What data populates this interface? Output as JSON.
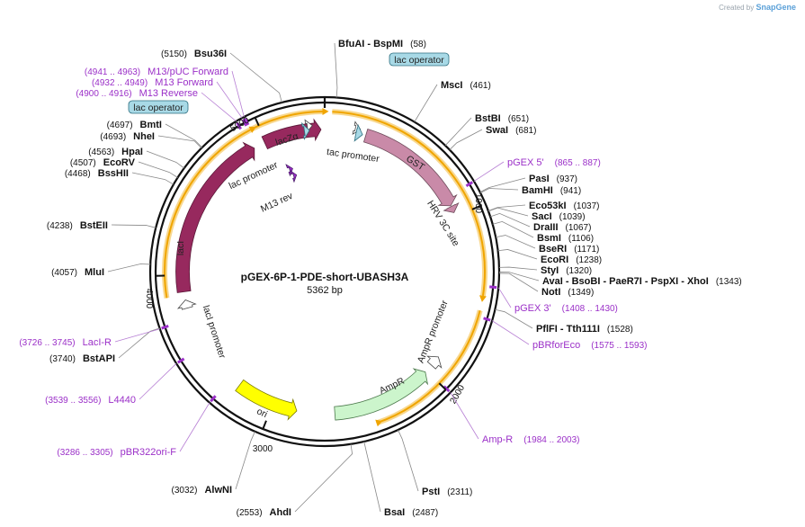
{
  "credit": {
    "prefix": "Created by",
    "brand": "SnapGene"
  },
  "map": {
    "name": "pGEX-6P-1-PDE-short-UBASH3A",
    "size_label": "5362 bp",
    "total_bp": 5362,
    "ticks": [
      {
        "bp": 1000,
        "label": "1000"
      },
      {
        "bp": 2000,
        "label": "2000"
      },
      {
        "bp": 3000,
        "label": "3000"
      },
      {
        "bp": 4000,
        "label": "4000"
      },
      {
        "bp": 5000,
        "label": "5000"
      }
    ],
    "enzymes": [
      {
        "name": "Bsu36I",
        "pos": "(5150)",
        "bp": 5150
      },
      {
        "name": "BfuAI - BspMI",
        "pos": "(58)",
        "bp": 58
      },
      {
        "name": "MscI",
        "pos": "(461)",
        "bp": 461
      },
      {
        "name": "BstBI",
        "pos": "(651)",
        "bp": 651
      },
      {
        "name": "SwaI",
        "pos": "(681)",
        "bp": 681
      },
      {
        "name": "PasI",
        "pos": "(937)",
        "bp": 937
      },
      {
        "name": "BamHI",
        "pos": "(941)",
        "bp": 941
      },
      {
        "name": "Eco53kI",
        "pos": "(1037)",
        "bp": 1037
      },
      {
        "name": "SacI",
        "pos": "(1039)",
        "bp": 1039
      },
      {
        "name": "DraIII",
        "pos": "(1067)",
        "bp": 1067
      },
      {
        "name": "BsmI",
        "pos": "(1106)",
        "bp": 1106
      },
      {
        "name": "BseRI",
        "pos": "(1171)",
        "bp": 1171
      },
      {
        "name": "EcoRI",
        "pos": "(1238)",
        "bp": 1238
      },
      {
        "name": "StyI",
        "pos": "(1320)",
        "bp": 1320
      },
      {
        "name": "AvaI - BsoBI - PaeR7I - PspXI - XhoI",
        "pos": "(1343)",
        "bp": 1343
      },
      {
        "name": "NotI",
        "pos": "(1349)",
        "bp": 1349
      },
      {
        "name": "PflFI - Tth111I",
        "pos": "(1528)",
        "bp": 1528
      },
      {
        "name": "PstI",
        "pos": "(2311)",
        "bp": 2311
      },
      {
        "name": "BsaI",
        "pos": "(2487)",
        "bp": 2487
      },
      {
        "name": "AhdI",
        "pos": "(2553)",
        "bp": 2553
      },
      {
        "name": "AlwNI",
        "pos": "(3032)",
        "bp": 3032
      },
      {
        "name": "BstAPI",
        "pos": "(3740)",
        "bp": 3740
      },
      {
        "name": "MluI",
        "pos": "(4057)",
        "bp": 4057
      },
      {
        "name": "BstEII",
        "pos": "(4238)",
        "bp": 4238
      },
      {
        "name": "BssHII",
        "pos": "(4468)",
        "bp": 4468
      },
      {
        "name": "EcoRV",
        "pos": "(4507)",
        "bp": 4507
      },
      {
        "name": "HpaI",
        "pos": "(4563)",
        "bp": 4563
      },
      {
        "name": "NheI",
        "pos": "(4693)",
        "bp": 4693
      },
      {
        "name": "BmtI",
        "pos": "(4697)",
        "bp": 4697
      }
    ],
    "primers": [
      {
        "name": "pGEX 5'",
        "pos": "(865 .. 887)",
        "bp": 876
      },
      {
        "name": "pGEX 3'",
        "pos": "(1408 .. 1430)",
        "bp": 1419
      },
      {
        "name": "pBRforEco",
        "pos": "(1575 .. 1593)",
        "bp": 1584
      },
      {
        "name": "Amp-R",
        "pos": "(1984 .. 2003)",
        "bp": 1994
      },
      {
        "name": "pBR322ori-F",
        "pos": "(3286 .. 3305)",
        "bp": 3296
      },
      {
        "name": "L4440",
        "pos": "(3539 .. 3556)",
        "bp": 3548
      },
      {
        "name": "LacI-R",
        "pos": "(3726 .. 3745)",
        "bp": 3736
      },
      {
        "name": "M13 Reverse",
        "pos": "(4900 .. 4916)",
        "bp": 4908
      },
      {
        "name": "M13 Forward",
        "pos": "(4932 .. 4949)",
        "bp": 4941
      },
      {
        "name": "M13/pUC Forward",
        "pos": "(4941 .. 4963)",
        "bp": 4952
      }
    ],
    "operators": [
      {
        "name": "lac operator"
      },
      {
        "name": "lac operator"
      }
    ],
    "features": [
      {
        "name": "lacZα",
        "color": "#97295e"
      },
      {
        "name": "GST",
        "color": "#c98aa8"
      },
      {
        "name": "HRV 3C site",
        "color": "#c98aa8"
      },
      {
        "name": "AmpR",
        "color": "#ccf5cc"
      },
      {
        "name": "ori",
        "color": "#ffff00"
      },
      {
        "name": "lacI",
        "color": "#97295e"
      }
    ],
    "promoters": [
      {
        "name": "tac promoter"
      },
      {
        "name": "lac promoter"
      },
      {
        "name": "AmpR promoter"
      },
      {
        "name": "lacI promoter"
      }
    ],
    "other_labels": {
      "m13rev": "M13 rev"
    },
    "colors": {
      "backbone": "#111111",
      "orf_arrow": "#f0a500",
      "primer": "#9b30c8",
      "operator_fill": "#a8d9e6",
      "operator_stroke": "#2d6f80"
    }
  }
}
